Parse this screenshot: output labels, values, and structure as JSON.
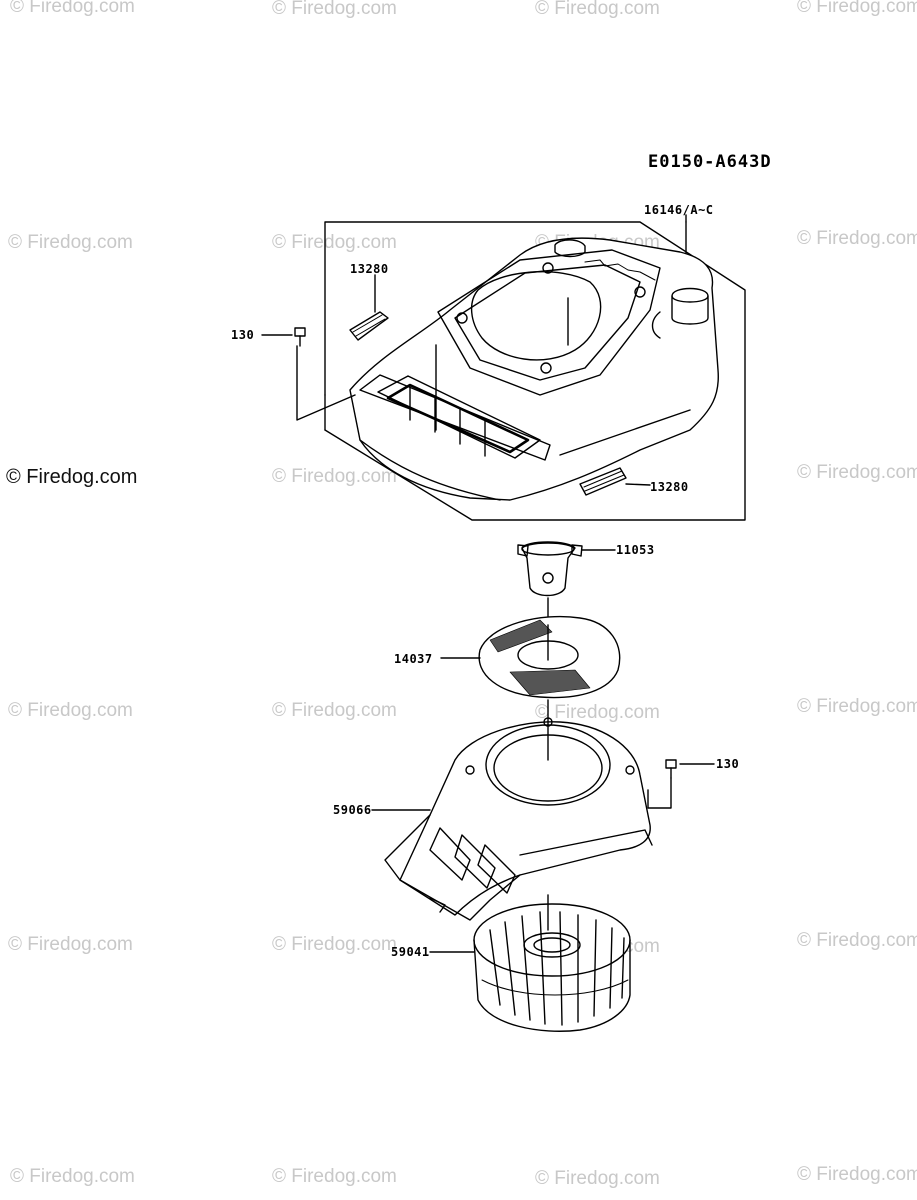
{
  "diagram": {
    "code": "E0150-A643D",
    "watermark_text": "© Firedog.com",
    "parts": [
      {
        "id": "housing",
        "label": "16146/A~C"
      },
      {
        "id": "gasket_top",
        "label": "13280"
      },
      {
        "id": "bolt_top",
        "label": "130"
      },
      {
        "id": "gasket_bottom",
        "label": "13280"
      },
      {
        "id": "cup",
        "label": "11053"
      },
      {
        "id": "screen",
        "label": "14037"
      },
      {
        "id": "bolt_right",
        "label": "130"
      },
      {
        "id": "shroud",
        "label": "59066"
      },
      {
        "id": "flywheel",
        "label": "59041"
      }
    ]
  }
}
